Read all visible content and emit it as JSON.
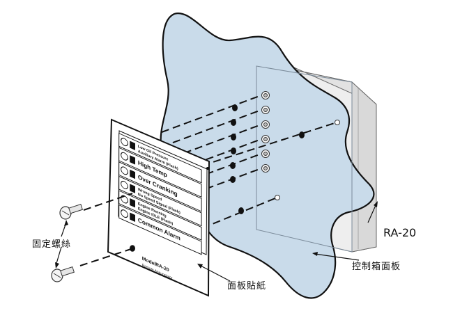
{
  "labels": {
    "screws": "固定螺絲",
    "sticker": "面板貼紙",
    "control_box_panel": "控制箱面板",
    "model_ra20": "RA-20"
  },
  "panel": {
    "rows": [
      {
        "icon": "oil-can-icon",
        "line1": "Low Oil Pressure",
        "line2": "Auxiliary Alarm (Flash)"
      },
      {
        "icon": "thermometer-icon",
        "line1": "High Temp",
        "line2": ""
      },
      {
        "icon": "engine-crank-icon",
        "line1": "Over Cranking",
        "line2": ""
      },
      {
        "icon": "speed-icon",
        "line1": "Wrong Speed",
        "line2": "No Speed Signal (Flash)"
      },
      {
        "icon": "engine-idle-icon",
        "line1": "Engine Running",
        "line2": "Engine IDLE (Flash)"
      },
      {
        "icon": "exclamation-icon",
        "line1": "Common Alarm",
        "line2": ""
      }
    ],
    "model_label": "Model",
    "model_value": "RA-20",
    "subtitle": "Remote Annunciator"
  },
  "colors": {
    "panel_fill": "#c9dbea",
    "sticker_fill": "#ffffff",
    "box_fill": "#f2f2f2",
    "outline": "#111111"
  }
}
